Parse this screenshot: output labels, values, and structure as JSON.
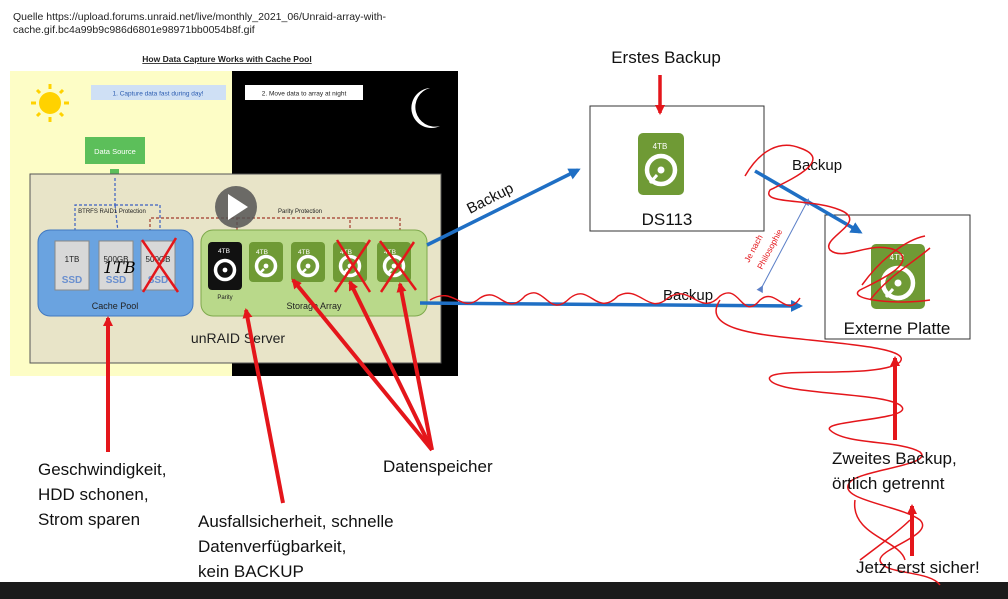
{
  "source": {
    "line1": "Quelle https://upload.forums.unraid.net/live/monthly_2021_06/Unraid-array-with-",
    "line2": "cache.gif.bc4a99b9c986d6801e98971bb0054b8f.gif"
  },
  "diagram": {
    "title": "How Data Capture Works with Cache Pool",
    "step1": "1. Capture data fast during day!",
    "step2": "2. Move data to array at night",
    "data_source": "Data Source",
    "btrfs": "BTRFS RAID1 Protection",
    "parity_protection": "Parity Protection",
    "cache_pool": "Cache Pool",
    "storage_array": "Storage Array",
    "server": "unRAID Server",
    "ssd": "SSD",
    "ssd_sizes": [
      "1TB",
      "500GB",
      "500GB"
    ],
    "hdd_size": "4TB",
    "parity_label": "Parity",
    "scribble_1tb": "1TB"
  },
  "annotations": {
    "erstes_backup": "Erstes Backup",
    "ds113": "DS113",
    "externe_platte": "Externe Platte",
    "backup": "Backup",
    "je_nach": "Je nach",
    "philosophie": "Philosophie",
    "geschwindigkeit": [
      "Geschwindigkeit,",
      "HDD schonen,",
      "Strom sparen"
    ],
    "ausfall": [
      "Ausfallsicherheit, schnelle",
      "Datenverfügbarkeit,",
      "kein BACKUP"
    ],
    "datenspeicher": "Datenspeicher",
    "zweites": [
      "Zweites Backup,",
      "örtlich getrennt"
    ],
    "jetzt": "Jetzt erst sicher!"
  },
  "colors": {
    "red": "#e4161b",
    "blue": "#1f6fc4",
    "hdd_green": "#7aa23e",
    "day_bg": "#fdfdc6",
    "night_bg": "#000000"
  }
}
